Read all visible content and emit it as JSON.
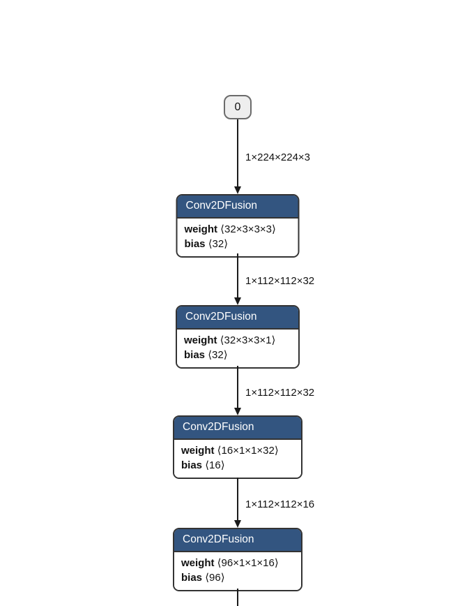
{
  "diagram": {
    "colors": {
      "node_header_fill": "#335580",
      "node_header_text": "#ffffff",
      "node_border": "#333333",
      "node_body_fill": "#ffffff",
      "input_node_fill": "#eeeeee",
      "input_node_border": "#6b6b6b",
      "edge_color": "#1a1a1a",
      "canvas_background": "#ffffff"
    },
    "input_node": {
      "label": "0"
    },
    "edges": [
      {
        "label": "1×224×224×3"
      },
      {
        "label": "1×112×112×32"
      },
      {
        "label": "1×112×112×32"
      },
      {
        "label": "1×112×112×16"
      },
      {
        "label": ""
      }
    ],
    "nodes": [
      {
        "title": "Conv2DFusion",
        "attrs": [
          {
            "name": "weight",
            "value": "⟨32×3×3×3⟩"
          },
          {
            "name": "bias",
            "value": "⟨32⟩"
          }
        ]
      },
      {
        "title": "Conv2DFusion",
        "attrs": [
          {
            "name": "weight",
            "value": "⟨32×3×3×1⟩"
          },
          {
            "name": "bias",
            "value": "⟨32⟩"
          }
        ]
      },
      {
        "title": "Conv2DFusion",
        "attrs": [
          {
            "name": "weight",
            "value": "⟨16×1×1×32⟩"
          },
          {
            "name": "bias",
            "value": "⟨16⟩"
          }
        ]
      },
      {
        "title": "Conv2DFusion",
        "attrs": [
          {
            "name": "weight",
            "value": "⟨96×1×1×16⟩"
          },
          {
            "name": "bias",
            "value": "⟨96⟩"
          }
        ]
      }
    ]
  }
}
